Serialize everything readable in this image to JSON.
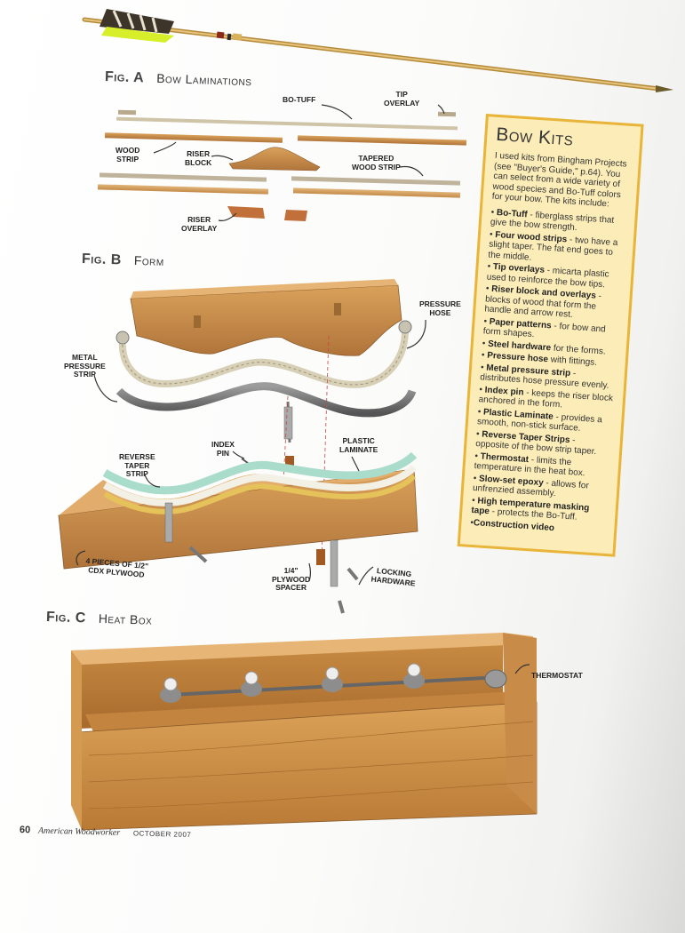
{
  "figures": {
    "a": {
      "fig": "Fig. A",
      "title": "Bow Laminations"
    },
    "b": {
      "fig": "Fig. B",
      "title": "Form"
    },
    "c": {
      "fig": "Fig. C",
      "title": "Heat Box"
    }
  },
  "callouts_a": {
    "bo_tuff": "BO-TUFF",
    "tip_overlay": [
      "TIP",
      "OVERLAY"
    ],
    "wood_strip": [
      "WOOD",
      "STRIP"
    ],
    "riser_block": [
      "RISER",
      "BLOCK"
    ],
    "tapered_wood_strip": [
      "TAPERED",
      "WOOD STRIP"
    ],
    "riser_overlay": [
      "RISER",
      "OVERLAY"
    ]
  },
  "callouts_b": {
    "pressure_hose": [
      "PRESSURE",
      "HOSE"
    ],
    "metal_pressure_strip": [
      "METAL",
      "PRESSURE",
      "STRIP"
    ],
    "index_pin": [
      "INDEX",
      "PIN"
    ],
    "plastic_laminate": [
      "PLASTIC",
      "LAMINATE"
    ],
    "reverse_taper_strip": [
      "REVERSE",
      "TAPER",
      "STRIP"
    ],
    "plywood_pieces": [
      "4 PIECES OF 1/2\"",
      "CDX PLYWOOD"
    ],
    "plywood_spacer": [
      "1/4\"",
      "PLYWOOD",
      "SPACER"
    ],
    "locking_hardware": [
      "LOCKING",
      "HARDWARE"
    ]
  },
  "callouts_c": {
    "thermostat": "THERMOSTAT"
  },
  "bow_kits": {
    "title": "Bow Kits",
    "intro": "I used kits from Bingham Projects (see \"Buyer's Guide,\" p.64). You can select from a wide variety of wood species and Bo-Tuff colors for your bow. The kits include:",
    "items": [
      {
        "name": "Bo-Tuff",
        "desc": " - fiberglass strips that give the bow strength."
      },
      {
        "name": "Four wood strips",
        "desc": " - two have a slight taper. The fat end goes to the middle."
      },
      {
        "name": "Tip overlays",
        "desc": " - micarta plastic used to reinforce the bow tips."
      },
      {
        "name": "Riser block and overlays",
        "desc": " - blocks of wood that form the handle and arrow rest."
      },
      {
        "name": "Paper patterns",
        "desc": " - for bow and form shapes."
      },
      {
        "name": "Steel hardware",
        "desc": " for the forms."
      },
      {
        "name": "Pressure hose",
        "desc": " with fittings."
      },
      {
        "name": "Metal pressure strip",
        "desc": " - distributes hose pressure evenly."
      },
      {
        "name": "Index pin",
        "desc": " - keeps the riser block anchored in the form."
      },
      {
        "name": "Plastic Laminate",
        "desc": " - provides a smooth, non-stick surface."
      },
      {
        "name": "Reverse Taper Strips",
        "desc": " - opposite of the bow strip taper."
      },
      {
        "name": "Thermostat",
        "desc": " - limits the temperature in the heat box."
      },
      {
        "name": "Slow-set epoxy",
        "desc": " - allows for unfrenzied assembly."
      },
      {
        "name": "High temperature masking tape",
        "desc": " - protects the Bo-Tuff."
      },
      {
        "name": "",
        "desc": "Construction video"
      }
    ]
  },
  "footer": {
    "page": "60",
    "magazine": "American Woodworker",
    "date": "OCTOBER 2007"
  }
}
